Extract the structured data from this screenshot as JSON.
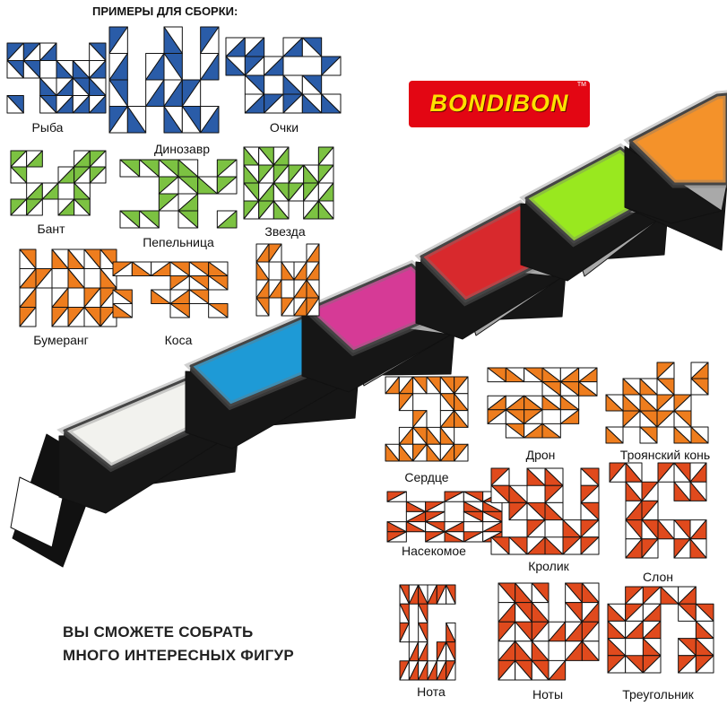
{
  "header": {
    "title": "ПРИМЕРЫ ДЛЯ СБОРКИ:"
  },
  "brand": {
    "name": "BONDIBON",
    "trademark": "TM",
    "bg_color": "#e30613",
    "text_color": "#ffe000"
  },
  "tagline": {
    "line1": "ВЫ СМОЖЕТЕ СОБРАТЬ",
    "line2": "МНОГО ИНТЕРЕСНЫХ ФИГУР"
  },
  "colors": {
    "blue": "#2a5ca8",
    "green": "#7cc242",
    "orange": "#ee7d1e",
    "red": "#e04a1d"
  },
  "top_figures": [
    {
      "id": "fish",
      "label": "Рыба",
      "color": "blue"
    },
    {
      "id": "dino",
      "label": "Динозавр",
      "color": "blue"
    },
    {
      "id": "glasses",
      "label": "Очки",
      "color": "blue"
    },
    {
      "id": "bow",
      "label": "Бант",
      "color": "green"
    },
    {
      "id": "ashtray",
      "label": "Пепельница",
      "color": "green"
    },
    {
      "id": "star",
      "label": "Звезда",
      "color": "green"
    },
    {
      "id": "boomerang",
      "label": "Бумеранг",
      "color": "orange"
    },
    {
      "id": "braid",
      "label": "Коса",
      "color": "orange"
    },
    {
      "id": "partial",
      "label": "",
      "color": "orange"
    }
  ],
  "bottom_figures": [
    {
      "id": "heart",
      "label": "Сердце",
      "color": "orange"
    },
    {
      "id": "drone",
      "label": "Дрон",
      "color": "orange"
    },
    {
      "id": "horse",
      "label": "Троянский конь",
      "color": "orange"
    },
    {
      "id": "insect",
      "label": "Насекомое",
      "color": "red"
    },
    {
      "id": "rabbit",
      "label": "Кролик",
      "color": "red"
    },
    {
      "id": "elephant",
      "label": "Слон",
      "color": "red"
    },
    {
      "id": "note",
      "label": "Нота",
      "color": "red"
    },
    {
      "id": "notes",
      "label": "Ноты",
      "color": "red"
    },
    {
      "id": "triangle",
      "label": "Треугольник",
      "color": "red"
    }
  ],
  "snake": {
    "faces": [
      "#f2f2ee",
      "#1e9ad6",
      "#d63a96",
      "#d8292d",
      "#99e81f",
      "#f4922a"
    ],
    "body_dark": "#161616",
    "body_light": "#a9a9a9"
  }
}
